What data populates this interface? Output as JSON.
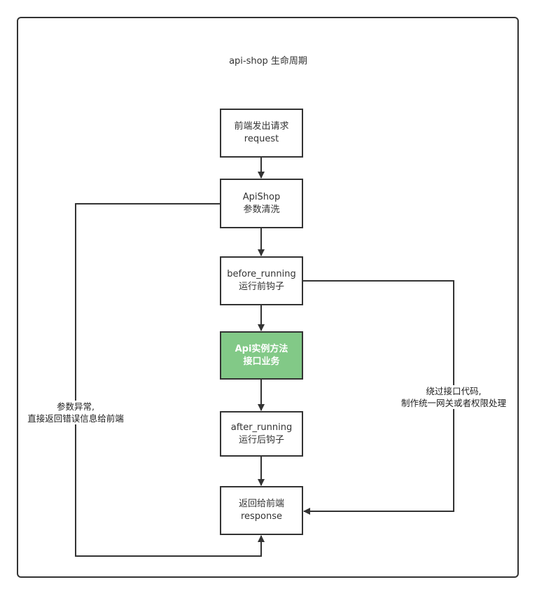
{
  "title": "api-shop 生命周期",
  "nodes": {
    "request": {
      "line1": "前端发出请求",
      "line2": "request"
    },
    "apishop": {
      "line1": "ApiShop",
      "line2": "参数清洗"
    },
    "before": {
      "line1": "before_running",
      "line2": "运行前钩子"
    },
    "business": {
      "line1": "Api实例方法",
      "line2": "接口业务"
    },
    "after": {
      "line1": "after_running",
      "line2": "运行后钩子"
    },
    "response": {
      "line1": "返回给前端",
      "line2": "response"
    }
  },
  "edge_labels": {
    "param_error": {
      "line1": "参数异常,",
      "line2": "直接返回错误信息给前端"
    },
    "bypass": {
      "line1": "绕过接口代码,",
      "line2": "制作统一网关或者权限处理"
    }
  },
  "colors": {
    "stroke": "#333333",
    "highlight_fill": "#82c987",
    "highlight_text": "#ffffff"
  }
}
